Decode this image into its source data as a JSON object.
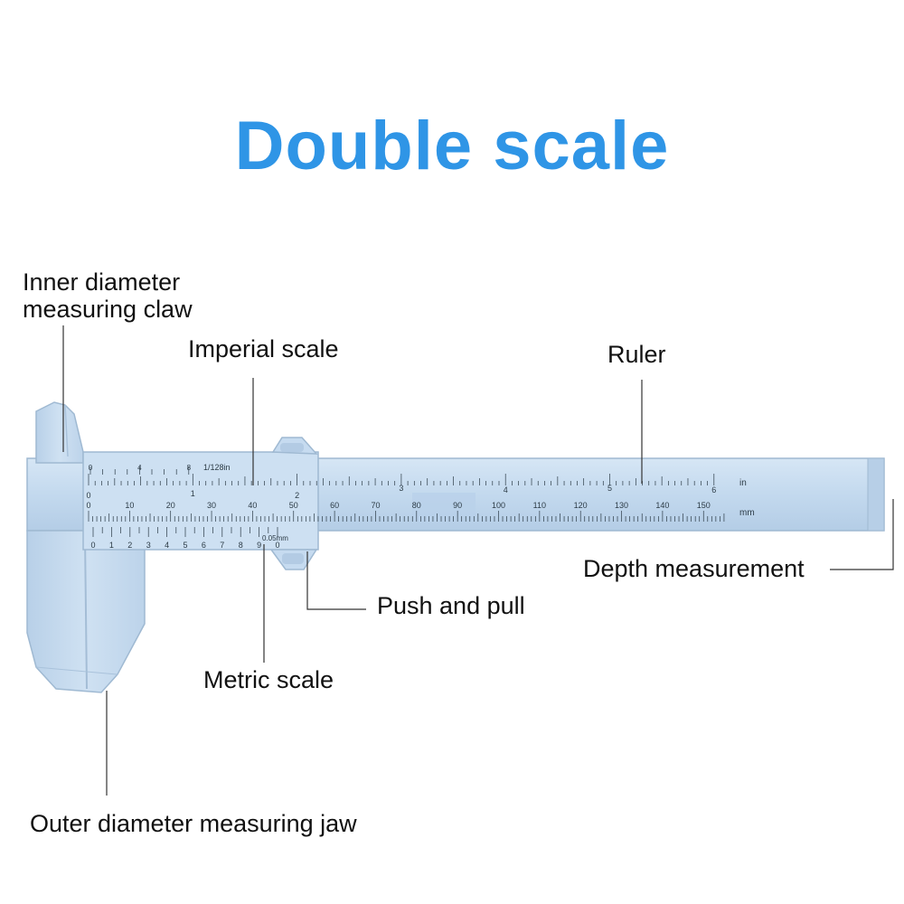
{
  "title": "Double scale",
  "labels": {
    "inner_claw_line1": "Inner diameter",
    "inner_claw_line2": "measuring claw",
    "imperial_scale": "Imperial scale",
    "ruler": "Ruler",
    "depth_measurement": "Depth measurement",
    "push_and_pull": "Push and pull",
    "metric_scale": "Metric scale",
    "outer_jaw": "Outer diameter measuring jaw"
  },
  "caliper": {
    "colors": {
      "body": "#c3d9ee",
      "body_light": "#dbe9f6",
      "edge": "#9fb9d2",
      "mark": "#2c3b46",
      "title_blue": "#2f95e6"
    },
    "inch_unit": "in",
    "mm_unit": "mm",
    "imperial_vernier_note": "1/128in",
    "metric_vernier_note": "0.05mm",
    "inch_numbers": [
      "0",
      "1",
      "2",
      "3",
      "4",
      "5",
      "6"
    ],
    "mm_numbers": [
      "0",
      "10",
      "20",
      "30",
      "40",
      "50",
      "60",
      "70",
      "80",
      "90",
      "100",
      "110",
      "120",
      "130",
      "140",
      "150"
    ],
    "inch_vernier_numbers": [
      "0",
      "4",
      "8"
    ],
    "metric_vernier_numbers": [
      "0",
      "1",
      "2",
      "3",
      "4",
      "5",
      "6",
      "7",
      "8",
      "9",
      "0"
    ]
  }
}
